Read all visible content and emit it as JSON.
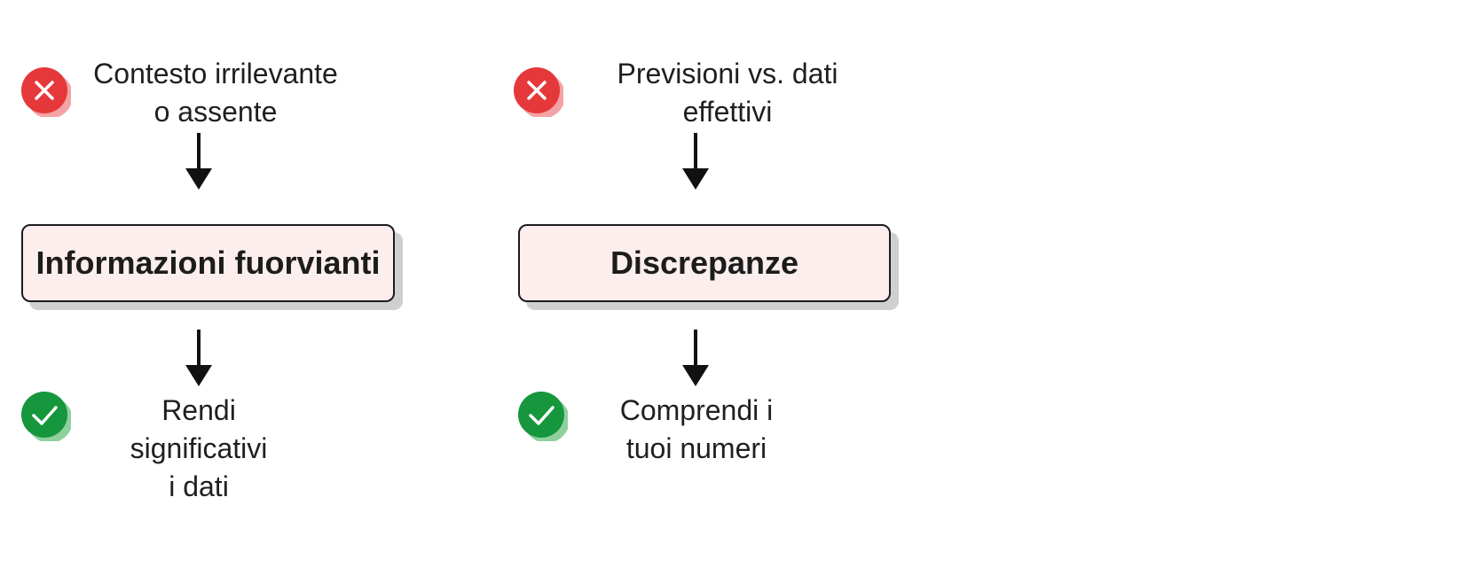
{
  "colors": {
    "error": "#e5383b",
    "error_shadow": "#f3a3a5",
    "success": "#16963d",
    "success_shadow": "#8fd09f",
    "box_fill": "#fdeeee",
    "box_border": "#1c1c1c",
    "arrow": "#111111"
  },
  "flows": [
    {
      "problem": "Contesto irrilevante\no assente",
      "concept": "Informazioni fuorvianti",
      "solution": "Rendi\nsignificativi\ni dati",
      "problem_icon": "x-circle-icon",
      "solution_icon": "check-circle-icon"
    },
    {
      "problem": "Previsioni vs. dati\neffettivi",
      "concept": "Discrepanze",
      "solution": "Comprendi i\ntuoi numeri",
      "problem_icon": "x-circle-icon",
      "solution_icon": "check-circle-icon"
    }
  ]
}
